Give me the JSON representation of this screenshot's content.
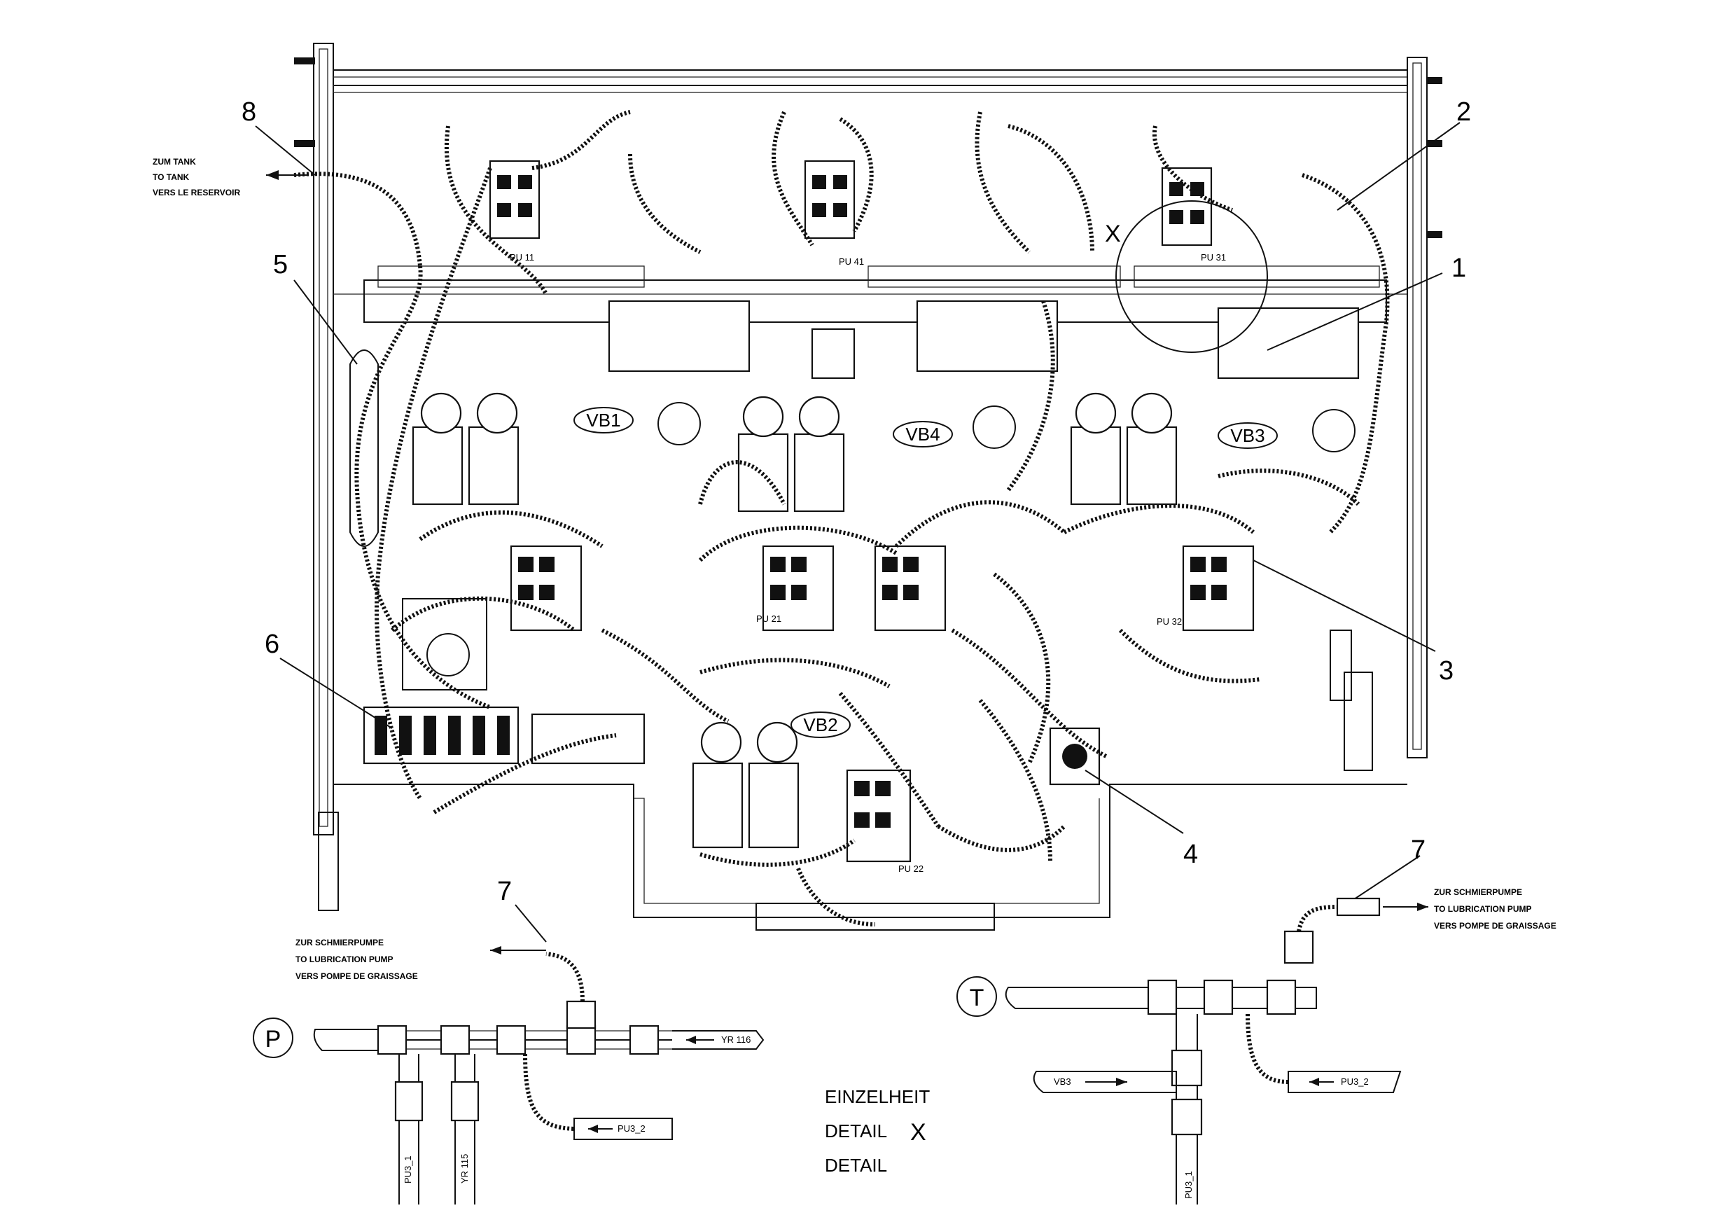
{
  "callouts": {
    "c1": "1",
    "c2": "2",
    "c3": "3",
    "c4": "4",
    "c5": "5",
    "c6": "6",
    "c7a": "7",
    "c7b": "7",
    "c8": "8"
  },
  "valve_blocks": {
    "vb1": "VB1",
    "vb4": "VB4",
    "vb3": "VB3",
    "vb2": "VB2"
  },
  "detail_marker": "X",
  "tank_note": {
    "de": "ZUM TANK",
    "en": "TO TANK",
    "fr": "VERS LE RESERVOIR"
  },
  "pump_note_left": {
    "de": "ZUR SCHMIERPUMPE",
    "en": "TO LUBRICATION PUMP",
    "fr": "VERS POMPE DE GRAISSAGE"
  },
  "pump_note_right": {
    "de": "ZUR SCHMIERPUMPE",
    "en": "TO LUBRICATION PUMP",
    "fr": "VERS POMPE DE GRAISSAGE"
  },
  "detail_caption": {
    "de": "EINZELHEIT",
    "en": "DETAIL",
    "fr": "DETAIL",
    "marker": "X"
  },
  "circle_p": "P",
  "circle_t": "T",
  "pipe_tags": {
    "yr116": "YR 116",
    "pu32_left": "PU3_2",
    "pu31_left": "PU3_1",
    "yr115": "YR 115",
    "vb3": "VB3",
    "pu32_right": "PU3_2",
    "pu31_right": "PU3_1",
    "pu11": "PU 11",
    "pu41": "PU 41",
    "pu31_top": "PU 31",
    "pu21": "PU 21",
    "pu32_mid": "PU 32",
    "pu22": "PU 22"
  }
}
